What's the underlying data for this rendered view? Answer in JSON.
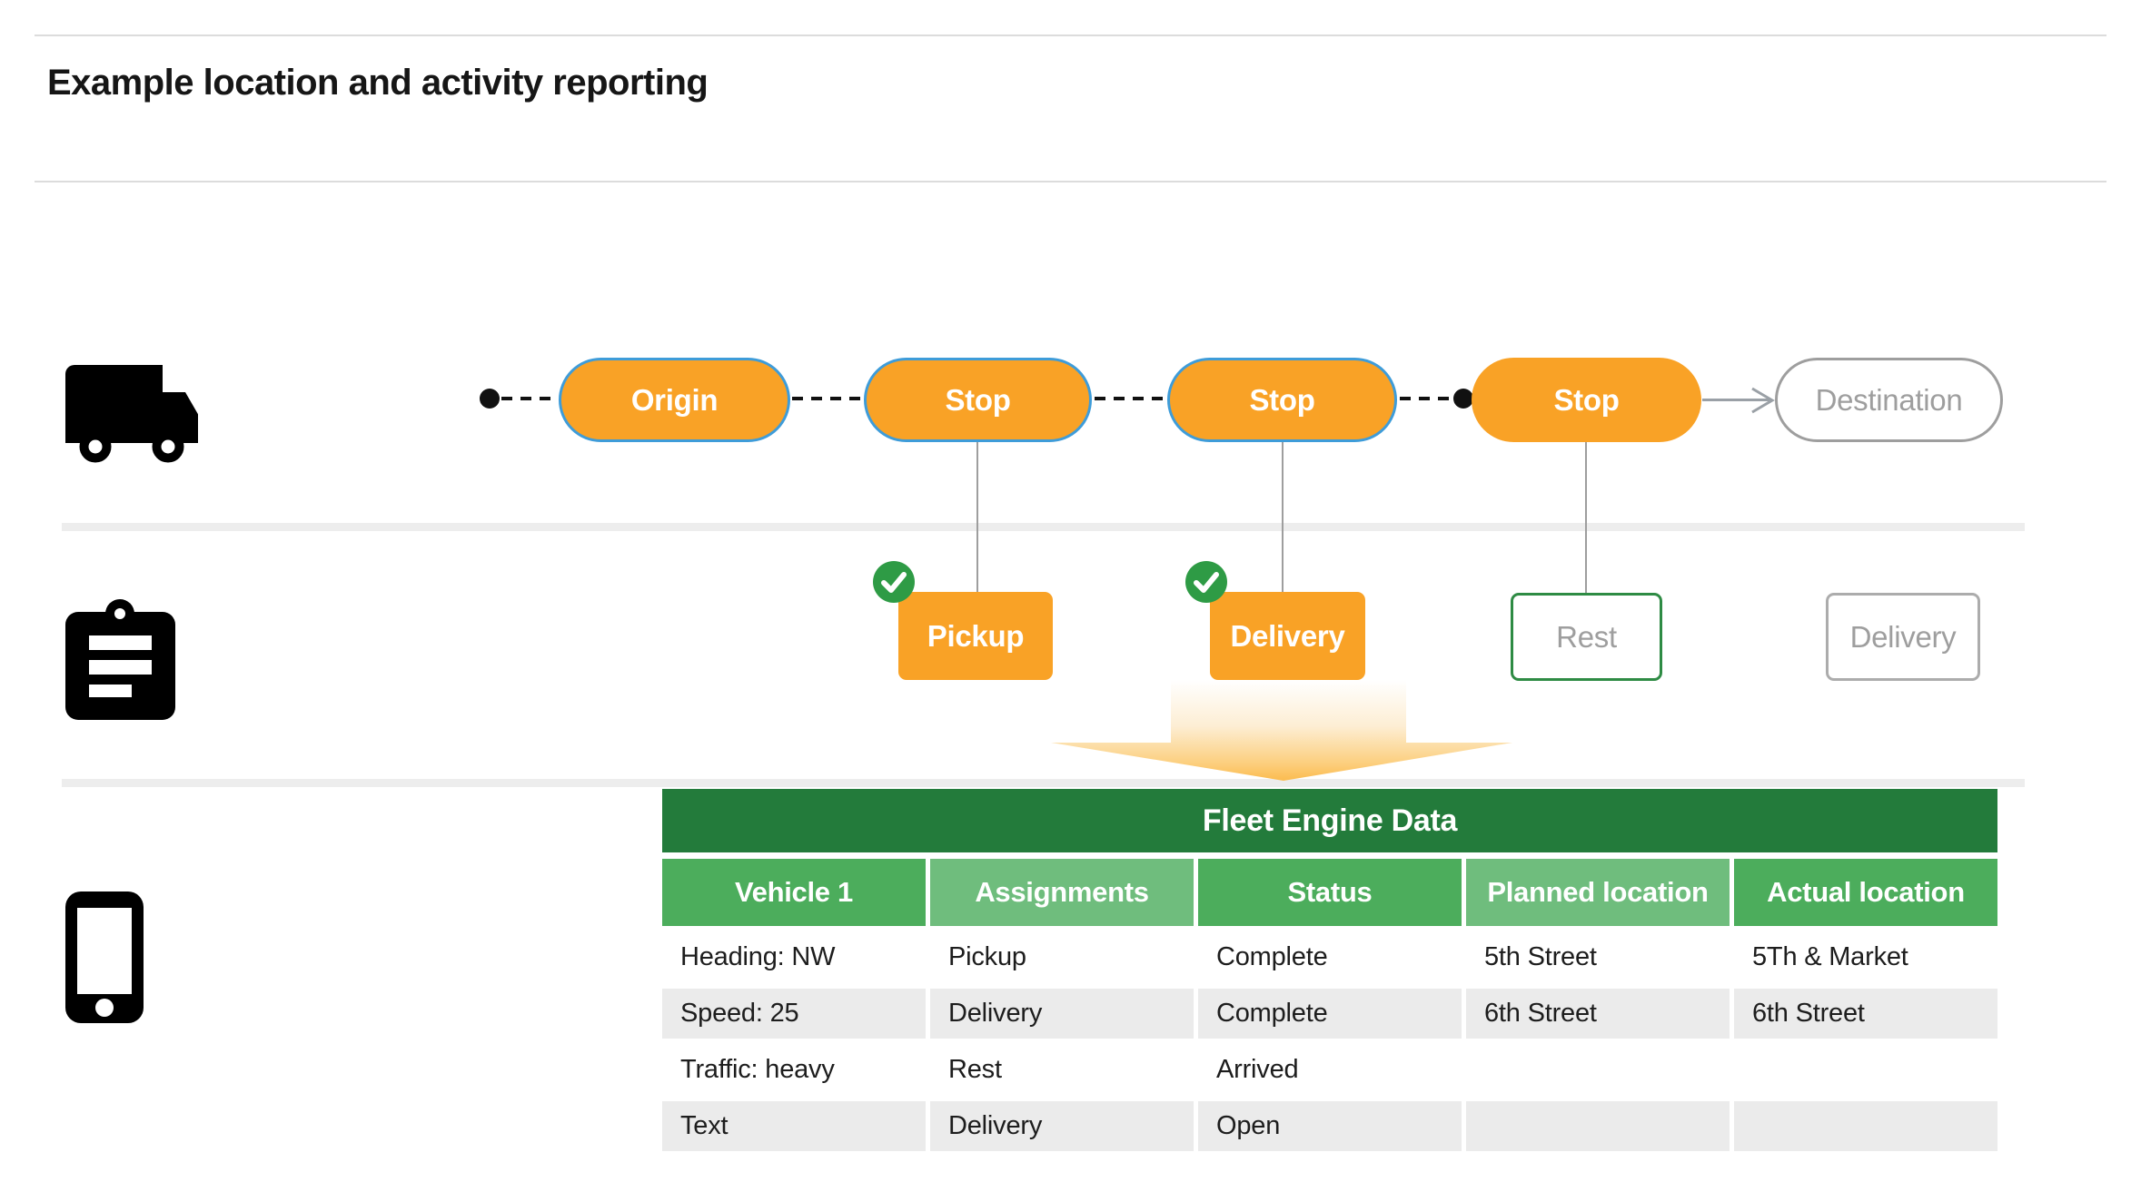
{
  "page": {
    "title": "Example location and activity reporting"
  },
  "route": {
    "pills": [
      {
        "label": "Origin"
      },
      {
        "label": "Stop"
      },
      {
        "label": "Stop"
      },
      {
        "label": "Stop"
      },
      {
        "label": "Destination"
      }
    ]
  },
  "tasks": [
    {
      "label": "Pickup",
      "completed": true
    },
    {
      "label": "Delivery",
      "completed": true
    },
    {
      "label": "Rest",
      "completed": false
    },
    {
      "label": "Delivery",
      "completed": false
    }
  ],
  "icons": [
    "truck-icon",
    "clipboard-icon",
    "phone-icon",
    "check-icon",
    "flow-arrow-icon"
  ],
  "table": {
    "title": "Fleet Engine Data",
    "columns": [
      "Vehicle 1",
      "Assignments",
      "Status",
      "Planned location",
      "Actual location"
    ],
    "rows": [
      [
        "Heading: NW",
        "Pickup",
        "Complete",
        "5th Street",
        "5Th & Market"
      ],
      [
        "Speed: 25",
        "Delivery",
        "Complete",
        "6th Street",
        "6th Street"
      ],
      [
        "Traffic: heavy",
        "Rest",
        "Arrived",
        "",
        ""
      ],
      [
        "Text",
        "Delivery",
        "Open",
        "",
        ""
      ]
    ]
  },
  "colors": {
    "orange": "#f9a226",
    "pill_border_blue": "#3e9cd9",
    "table_title_green": "#237b3b",
    "header_green_medium": "#4cad5c",
    "header_green_light": "#6fbd7d",
    "rest_border_green": "#2e8b44",
    "badge_green": "#2e9b45",
    "muted_gray": "#9e9e9e",
    "row_stripe_gray": "#ebebeb",
    "lane_divider_gray": "#ededed"
  }
}
